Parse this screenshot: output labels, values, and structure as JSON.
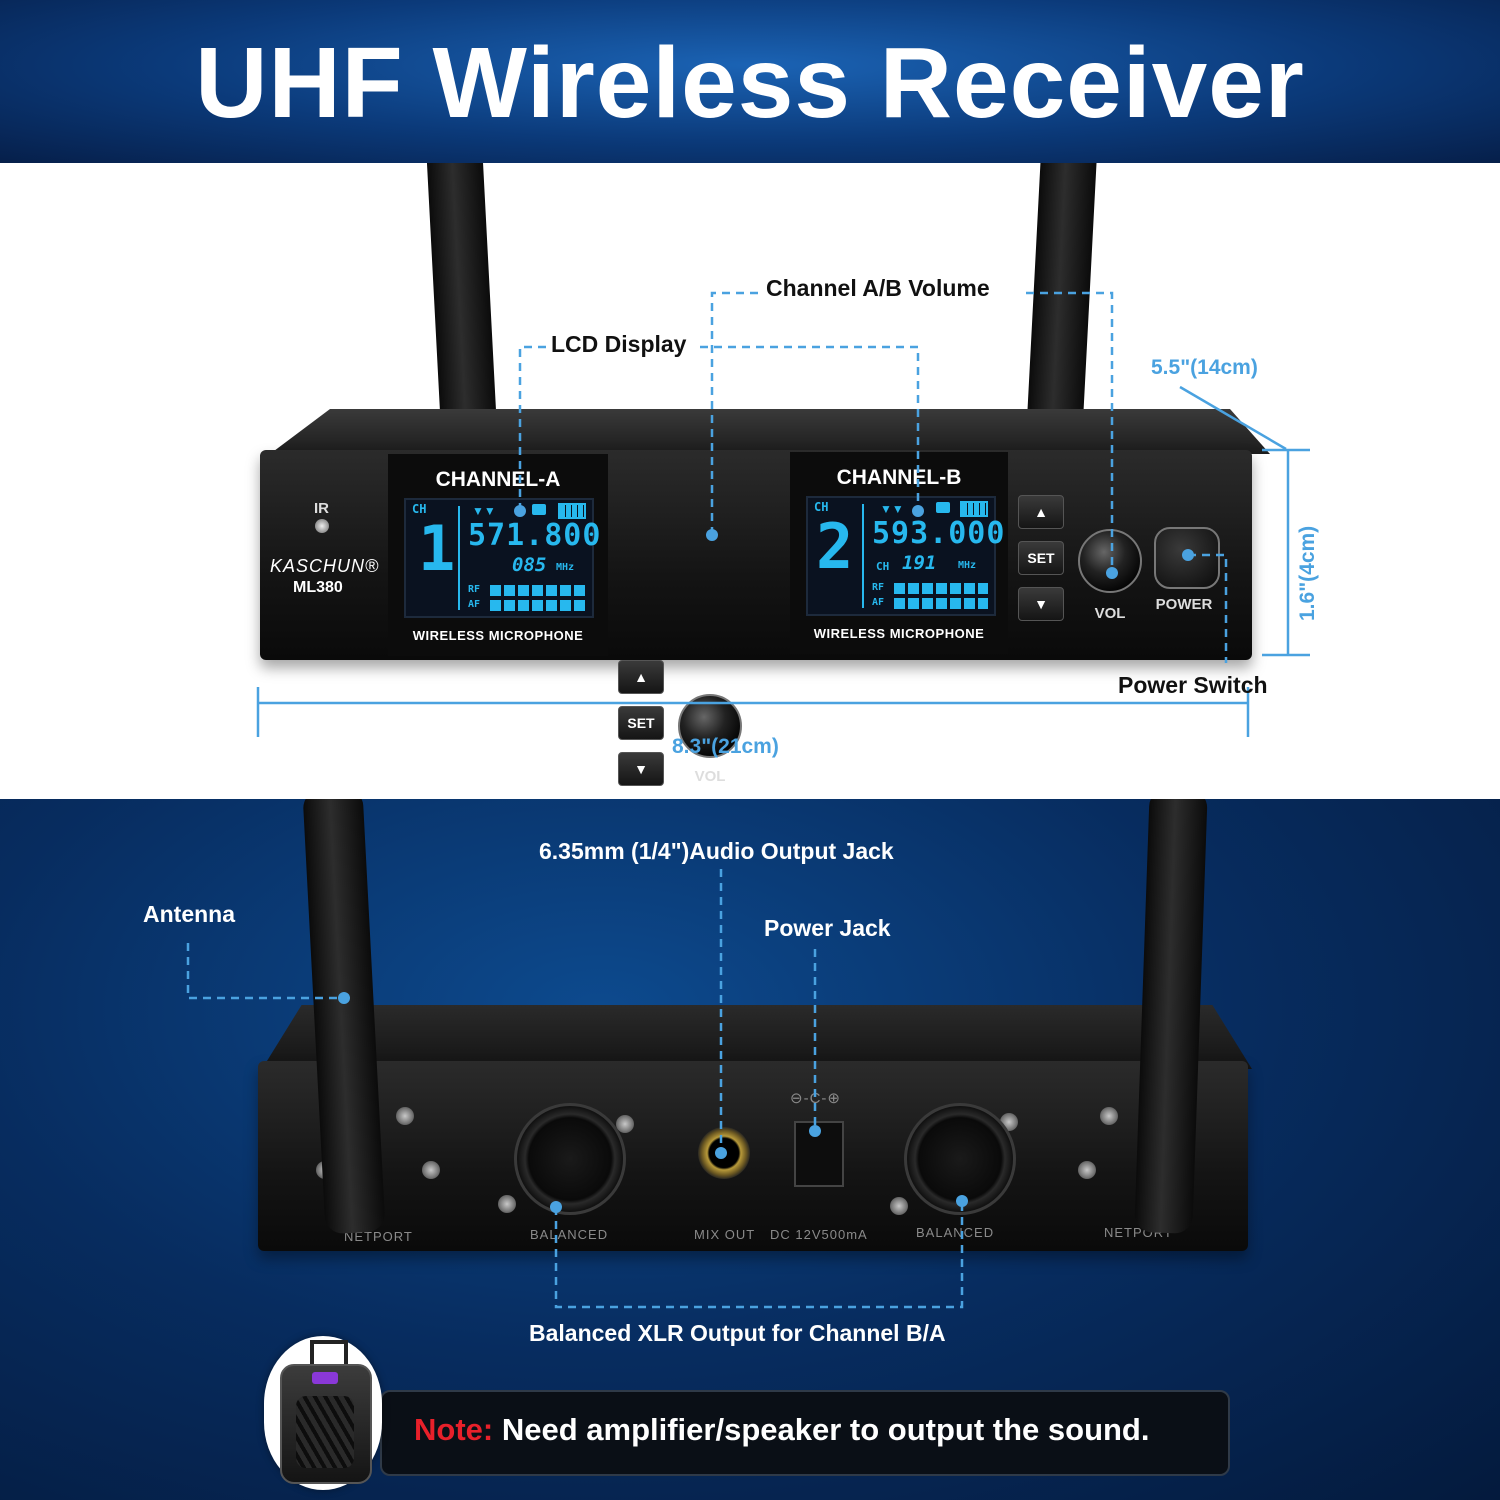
{
  "header": {
    "title": "UHF Wireless Receiver"
  },
  "front": {
    "callouts": {
      "volume": "Channel A/B Volume",
      "lcd": "LCD Display",
      "power_switch": "Power Switch"
    },
    "dimensions": {
      "depth": "5.5\"(14cm)",
      "height": "1.6\"(4cm)",
      "width": "8.3\"(21cm)"
    },
    "device": {
      "ir": "IR",
      "brand": "KASCHUN®",
      "model": "ML380",
      "channel_a": {
        "title": "CHANNEL-A",
        "ch_label": "CH",
        "ch_number": "1",
        "frequency": "571.800",
        "sub_value": "085",
        "unit": "MHz",
        "rf": "RF",
        "af": "AF",
        "footer": "WIRELESS MICROPHONE"
      },
      "channel_b": {
        "title": "CHANNEL-B",
        "ch_label": "CH",
        "ch_number": "2",
        "frequency": "593.000",
        "sub_label": "CH",
        "sub_value": "191",
        "unit": "MHz",
        "rf": "RF",
        "af": "AF",
        "footer": "WIRELESS MICROPHONE"
      },
      "up_symbol": "▲",
      "set": "SET",
      "down_symbol": "▼",
      "vol": "VOL",
      "power": "POWER"
    }
  },
  "rear": {
    "callouts": {
      "audio_jack": "6.35mm (1/4\")Audio Output Jack",
      "antenna": "Antenna",
      "power_jack": "Power Jack",
      "xlr": "Balanced XLR Output for Channel B/A"
    },
    "panel": {
      "netport_left": "NETPORT",
      "balanced_left": "BALANCED",
      "mix_out": "MIX OUT",
      "dc": "DC 12V500mA",
      "polarity": "⊖-C-⊕",
      "balanced_right": "BALANCED",
      "netport_right": "NETPORT"
    }
  },
  "note": {
    "label": "Note:",
    "text": "Need amplifier/speaker to output the sound."
  },
  "colors": {
    "accent_blue": "#4aa2e0",
    "lcd_cyan": "#27b8ee",
    "note_red": "#e8202a",
    "header_blue": "#0b3a7a"
  }
}
